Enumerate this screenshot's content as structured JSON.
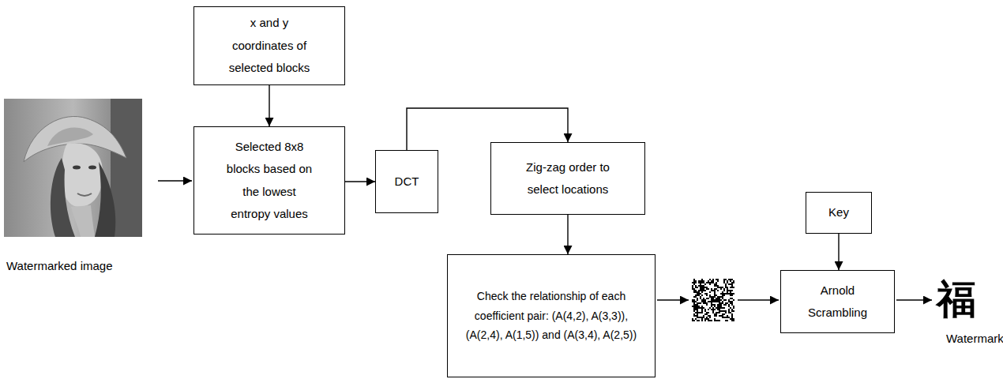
{
  "diagram": {
    "nodes": [
      {
        "text": [
          "x and y coordinates of selected blocks"
        ]
      },
      {
        "text": [
          "Selected 8x8 blocks based on the lowest entropy values"
        ]
      },
      {
        "text": [
          "DCT"
        ]
      },
      {
        "text": [
          "Zig-zag order to select locations"
        ]
      },
      {
        "text": [
          "Check the relationship of each coefficient pair: (A(4,2), A(3,3)), (A(2,4), A(1,5)) and (A(3,4), A(2,5))"
        ]
      },
      {
        "text": [
          "Key"
        ]
      },
      {
        "text": [
          "Arnold Scrambling"
        ]
      }
    ],
    "edges": [
      {
        "from": 0,
        "to": 1,
        "arrow": "to"
      },
      {
        "from": 1,
        "to": 2,
        "arrow": "to"
      },
      {
        "from": 2,
        "to": 3,
        "arrow": "to"
      },
      {
        "from": 3,
        "to": 4,
        "arrow": "to"
      },
      {
        "from": 5,
        "to": 6,
        "arrow": "to"
      }
    ],
    "labels": [
      "Watermarked image",
      "福",
      "Watermark"
    ]
  }
}
